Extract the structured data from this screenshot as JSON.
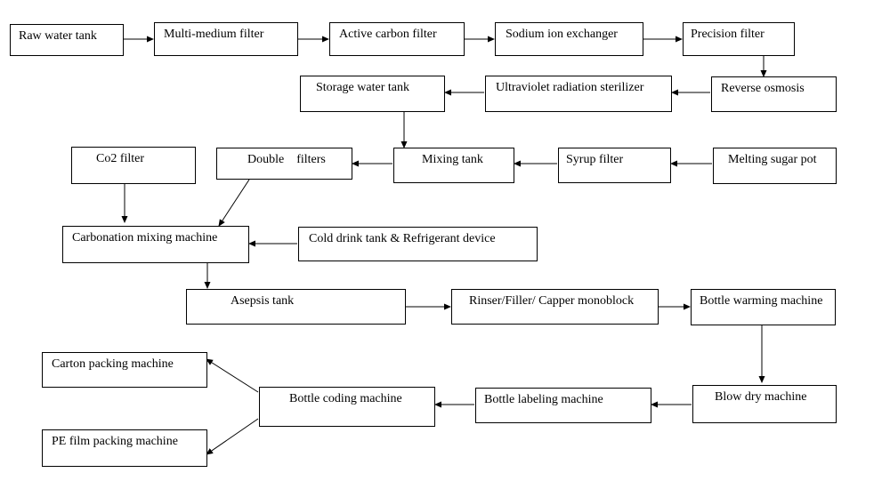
{
  "diagram": {
    "nodes": {
      "raw_water_tank": "Raw water tank",
      "multi_medium_filter": "Multi-medium filter",
      "active_carbon_filter": "Active carbon filter",
      "sodium_ion_exchanger": "Sodium ion exchanger",
      "precision_filter": "Precision filter",
      "reverse_osmosis": "Reverse osmosis",
      "uv_sterilizer": "Ultraviolet radiation sterilizer",
      "storage_water_tank": "Storage water tank",
      "co2_filter": "Co2 filter",
      "double_filters": "Double    filters",
      "mixing_tank": "Mixing tank",
      "syrup_filter": "Syrup filter",
      "melting_sugar_pot": "Melting sugar pot",
      "carbonation_mixing_machine": "Carbonation mixing machine",
      "cold_drink_tank": "Cold drink tank & Refrigerant device",
      "asepsis_tank": "Asepsis tank",
      "rinser_filler_capper": "Rinser/Filler/ Capper monoblock",
      "bottle_warming_machine": "Bottle warming machine",
      "carton_packing_machine": "Carton packing machine",
      "bottle_coding_machine": "Bottle coding machine",
      "bottle_labeling_machine": "Bottle labeling machine",
      "blow_dry_machine": "Blow dry machine",
      "pe_film_packing_machine": "PE film packing machine"
    },
    "connections": [
      [
        "raw_water_tank",
        "multi_medium_filter"
      ],
      [
        "multi_medium_filter",
        "active_carbon_filter"
      ],
      [
        "active_carbon_filter",
        "sodium_ion_exchanger"
      ],
      [
        "sodium_ion_exchanger",
        "precision_filter"
      ],
      [
        "precision_filter",
        "reverse_osmosis"
      ],
      [
        "reverse_osmosis",
        "uv_sterilizer"
      ],
      [
        "uv_sterilizer",
        "storage_water_tank"
      ],
      [
        "storage_water_tank",
        "mixing_tank"
      ],
      [
        "melting_sugar_pot",
        "syrup_filter"
      ],
      [
        "syrup_filter",
        "mixing_tank"
      ],
      [
        "mixing_tank",
        "double_filters"
      ],
      [
        "double_filters",
        "carbonation_mixing_machine"
      ],
      [
        "co2_filter",
        "carbonation_mixing_machine"
      ],
      [
        "cold_drink_tank",
        "carbonation_mixing_machine"
      ],
      [
        "carbonation_mixing_machine",
        "asepsis_tank"
      ],
      [
        "asepsis_tank",
        "rinser_filler_capper"
      ],
      [
        "rinser_filler_capper",
        "bottle_warming_machine"
      ],
      [
        "bottle_warming_machine",
        "blow_dry_machine"
      ],
      [
        "blow_dry_machine",
        "bottle_labeling_machine"
      ],
      [
        "bottle_labeling_machine",
        "bottle_coding_machine"
      ],
      [
        "bottle_coding_machine",
        "carton_packing_machine"
      ],
      [
        "bottle_coding_machine",
        "pe_film_packing_machine"
      ]
    ]
  }
}
